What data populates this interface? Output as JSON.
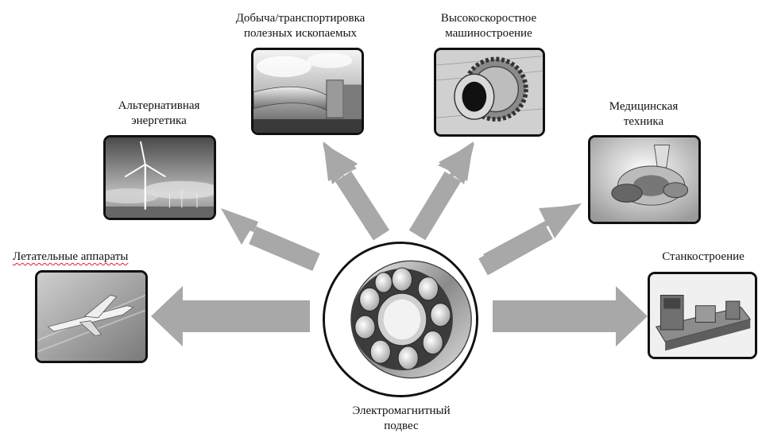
{
  "center": {
    "label_lines": [
      "Электромагнитный",
      "подвес"
    ]
  },
  "applications": [
    {
      "id": "aircraft",
      "label_lines": [
        "Летательные аппараты"
      ]
    },
    {
      "id": "energy",
      "label_lines": [
        "Альтернативная",
        "энергетика"
      ]
    },
    {
      "id": "mining",
      "label_lines": [
        "Добыча/транспортировка",
        "полезных ископаемых"
      ]
    },
    {
      "id": "machinery",
      "label_lines": [
        "Высокоскоростное",
        "машиностроение"
      ]
    },
    {
      "id": "medical",
      "label_lines": [
        "Медицинская",
        "техника"
      ]
    },
    {
      "id": "machinetool",
      "label_lines": [
        "Станкостроение"
      ]
    }
  ],
  "colors": {
    "arrow": "#a8a8a8",
    "border": "#111111",
    "misspell": "#dd2222"
  }
}
